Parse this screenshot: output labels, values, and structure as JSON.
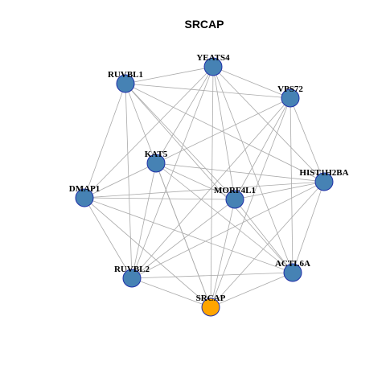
{
  "title": "SRCAP",
  "colors": {
    "node_fill": "#4682b4",
    "highlight_fill": "#ffa500",
    "node_stroke": "#1f2fa8",
    "edge": "#aaaaaa"
  },
  "nodes": [
    {
      "id": "YEATS4",
      "label": "YEATS4",
      "highlight": false
    },
    {
      "id": "RUVBL1",
      "label": "RUVBL1",
      "highlight": false
    },
    {
      "id": "VPS72",
      "label": "VPS72",
      "highlight": false
    },
    {
      "id": "KAT5",
      "label": "KAT5",
      "highlight": false
    },
    {
      "id": "HIST1H2BA",
      "label": "HIST1H2BA",
      "highlight": false
    },
    {
      "id": "DMAP1",
      "label": "DMAP1",
      "highlight": false
    },
    {
      "id": "MORF4L1",
      "label": "MORF4L1",
      "highlight": false
    },
    {
      "id": "ACTL6A",
      "label": "ACTL6A",
      "highlight": false
    },
    {
      "id": "RUVBL2",
      "label": "RUVBL2",
      "highlight": false
    },
    {
      "id": "SRCAP",
      "label": "SRCAP",
      "highlight": true
    }
  ],
  "edges": [
    [
      "YEATS4",
      "RUVBL1"
    ],
    [
      "YEATS4",
      "VPS72"
    ],
    [
      "YEATS4",
      "KAT5"
    ],
    [
      "YEATS4",
      "HIST1H2BA"
    ],
    [
      "YEATS4",
      "DMAP1"
    ],
    [
      "YEATS4",
      "MORF4L1"
    ],
    [
      "YEATS4",
      "ACTL6A"
    ],
    [
      "YEATS4",
      "RUVBL2"
    ],
    [
      "YEATS4",
      "SRCAP"
    ],
    [
      "RUVBL1",
      "VPS72"
    ],
    [
      "RUVBL1",
      "HIST1H2BA"
    ],
    [
      "RUVBL1",
      "DMAP1"
    ],
    [
      "RUVBL1",
      "MORF4L1"
    ],
    [
      "RUVBL1",
      "ACTL6A"
    ],
    [
      "RUVBL1",
      "RUVBL2"
    ],
    [
      "RUVBL1",
      "SRCAP"
    ],
    [
      "VPS72",
      "KAT5"
    ],
    [
      "VPS72",
      "HIST1H2BA"
    ],
    [
      "VPS72",
      "MORF4L1"
    ],
    [
      "VPS72",
      "ACTL6A"
    ],
    [
      "VPS72",
      "RUVBL2"
    ],
    [
      "VPS72",
      "SRCAP"
    ],
    [
      "KAT5",
      "HIST1H2BA"
    ],
    [
      "KAT5",
      "DMAP1"
    ],
    [
      "KAT5",
      "MORF4L1"
    ],
    [
      "KAT5",
      "ACTL6A"
    ],
    [
      "KAT5",
      "RUVBL2"
    ],
    [
      "KAT5",
      "SRCAP"
    ],
    [
      "HIST1H2BA",
      "DMAP1"
    ],
    [
      "HIST1H2BA",
      "MORF4L1"
    ],
    [
      "HIST1H2BA",
      "ACTL6A"
    ],
    [
      "HIST1H2BA",
      "RUVBL2"
    ],
    [
      "HIST1H2BA",
      "SRCAP"
    ],
    [
      "DMAP1",
      "MORF4L1"
    ],
    [
      "DMAP1",
      "ACTL6A"
    ],
    [
      "DMAP1",
      "RUVBL2"
    ],
    [
      "DMAP1",
      "SRCAP"
    ],
    [
      "MORF4L1",
      "ACTL6A"
    ],
    [
      "MORF4L1",
      "RUVBL2"
    ],
    [
      "MORF4L1",
      "SRCAP"
    ],
    [
      "ACTL6A",
      "RUVBL2"
    ],
    [
      "ACTL6A",
      "SRCAP"
    ],
    [
      "RUVBL2",
      "SRCAP"
    ]
  ]
}
